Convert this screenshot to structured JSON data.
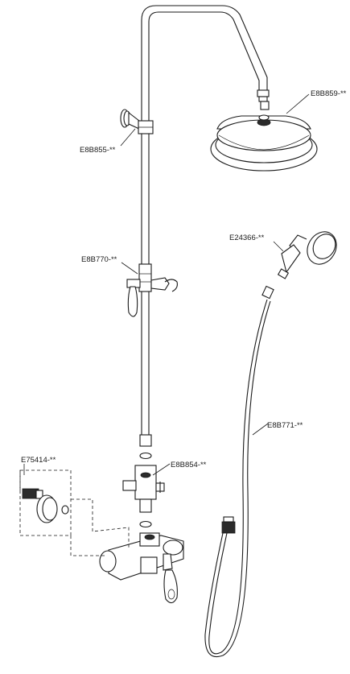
{
  "parts": [
    {
      "id": "overhead-shower",
      "code": "E8B859-**"
    },
    {
      "id": "wall-bracket",
      "code": "E8B855-**"
    },
    {
      "id": "hand-shower",
      "code": "E24366-**"
    },
    {
      "id": "slide-holder",
      "code": "E8B770-**"
    },
    {
      "id": "hose",
      "code": "E8B771-**"
    },
    {
      "id": "diverter",
      "code": "E8B854-**"
    },
    {
      "id": "wall-union",
      "code": "E75414-**"
    }
  ]
}
